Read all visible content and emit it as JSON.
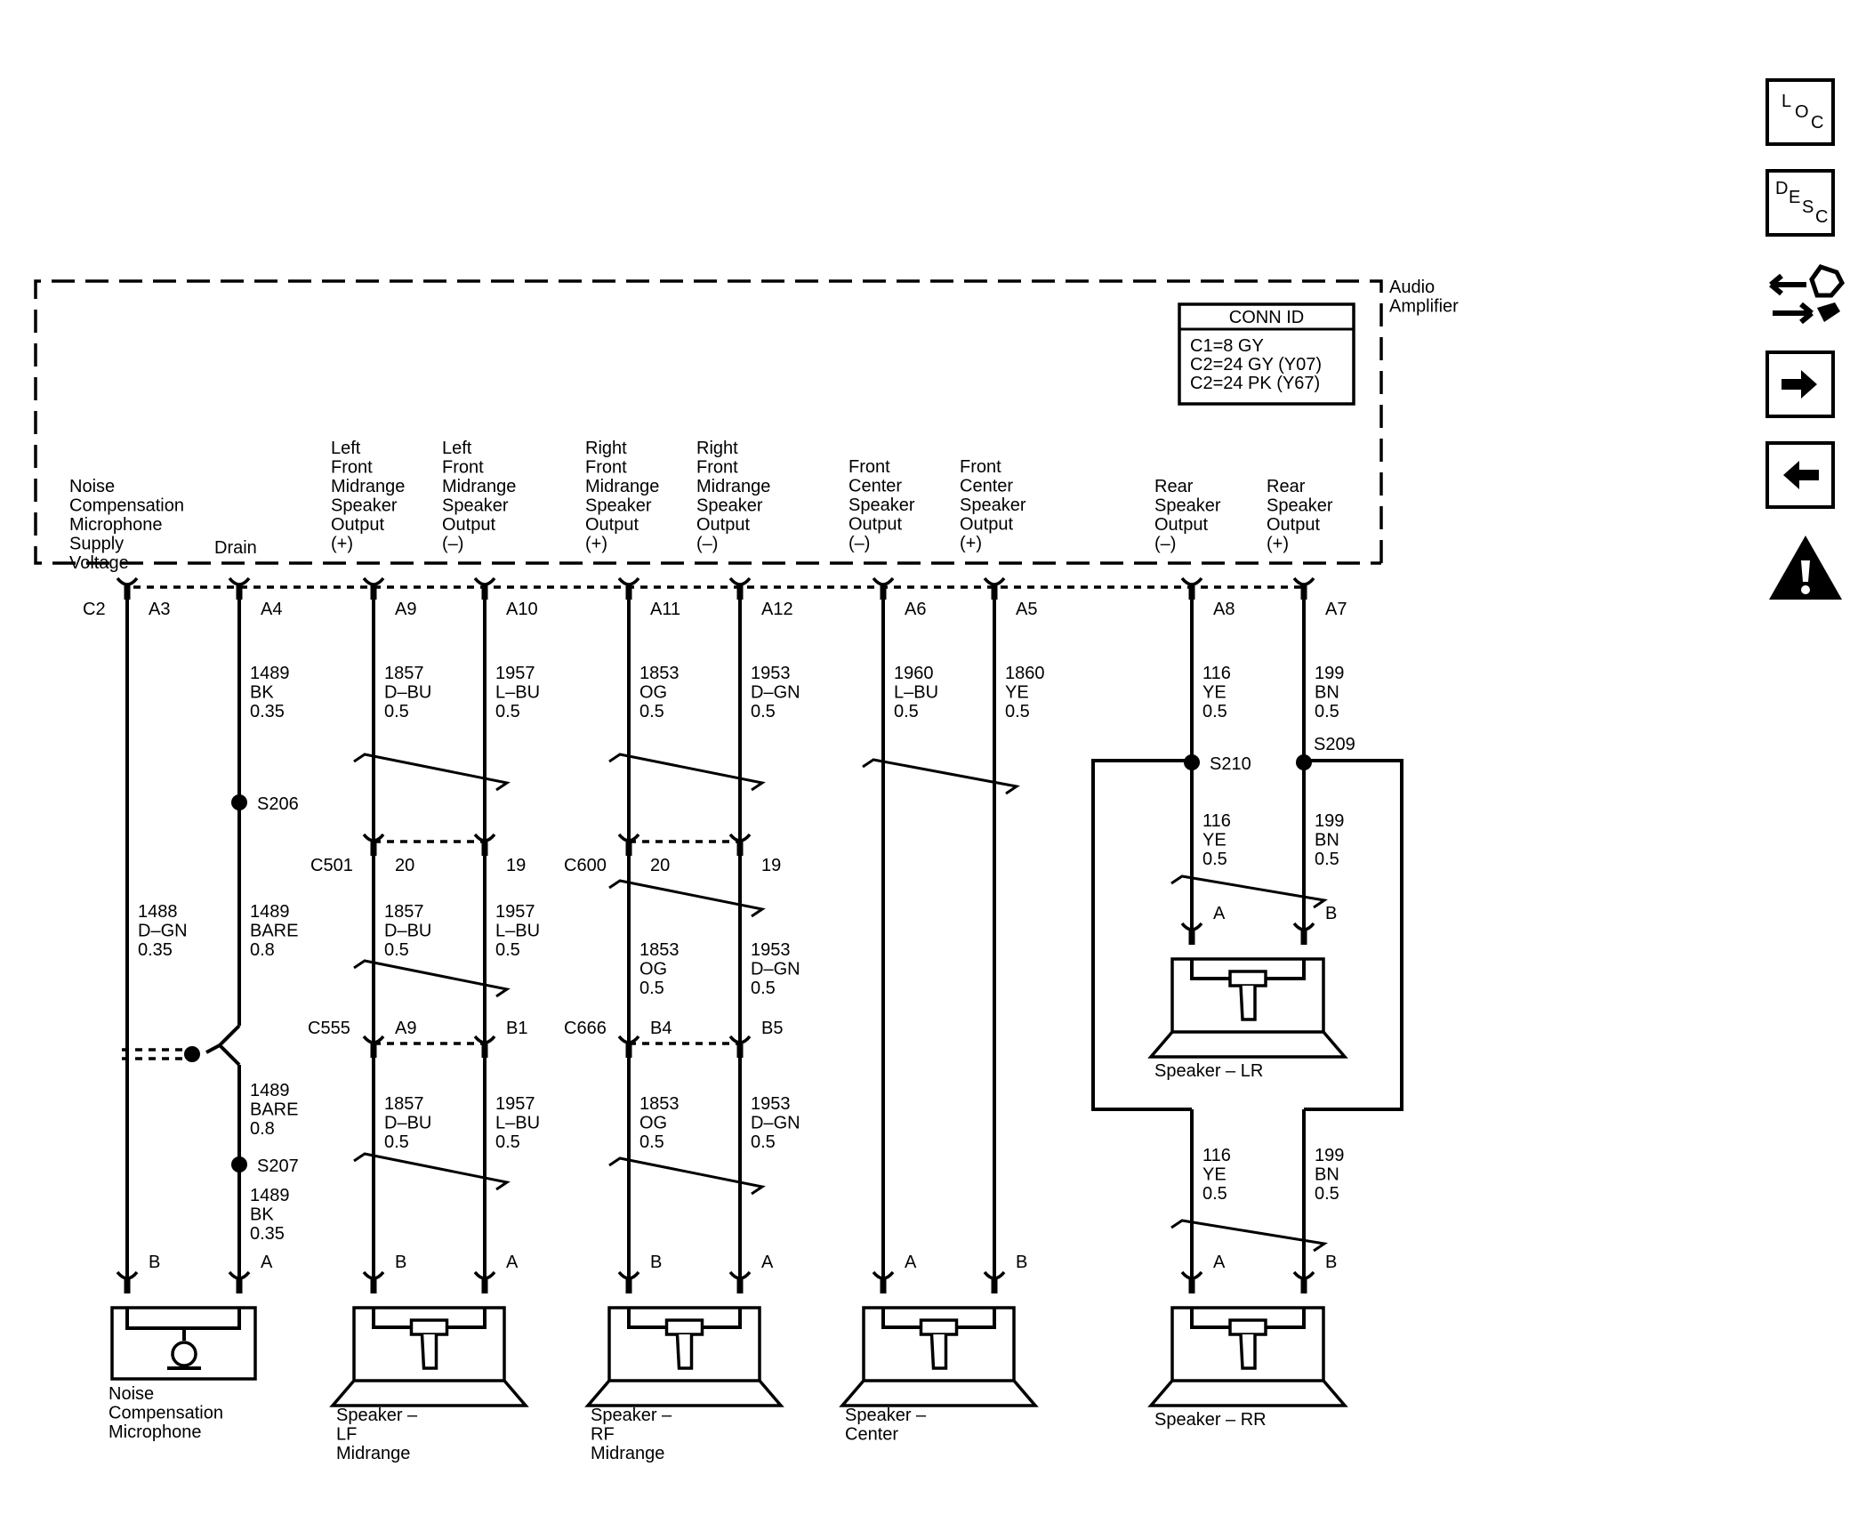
{
  "module": {
    "name": "Audio Amplifier"
  },
  "conn_id": {
    "title": "CONN ID",
    "lines": [
      "C1=8 GY",
      "C2=24 GY (Y07)",
      "C2=24 PK (Y67)"
    ]
  },
  "amp_pin_labels": {
    "noise_supply": "Noise Compensation Microphone Supply Voltage",
    "drain": "Drain",
    "lf_pos": "Left Front Midrange Speaker Output (+)",
    "lf_neg": "Left Front Midrange Speaker Output (–)",
    "rf_pos": "Right Front Midrange Speaker Output (+)",
    "rf_neg": "Right Front Midrange Speaker Output (–)",
    "center_neg": "Front Center Speaker Output (–)",
    "center_pos": "Front Center Speaker Output (+)",
    "rear_neg": "Rear Speaker Output (–)",
    "rear_pos": "Rear Speaker Output (+)"
  },
  "amp_connector": "C2",
  "amp_pins": [
    "A3",
    "A4",
    "A9",
    "A10",
    "A11",
    "A12",
    "A6",
    "A5",
    "A8",
    "A7"
  ],
  "wires": {
    "w1": "1488 D–GN 0.35",
    "w2a": "1489 BK 0.35",
    "w2b": "1489 BARE 0.8",
    "w2c": "1489 BARE 0.8",
    "w2d": "1489 BK 0.35",
    "w3a": "1857 D–BU 0.5",
    "w3b": "1857 D–BU 0.5",
    "w3c": "1857 D–BU 0.5",
    "w4a": "1957 L–BU 0.5",
    "w4b": "1957 L–BU 0.5",
    "w4c": "1957 L–BU 0.5",
    "w5a": "1853 OG 0.5",
    "w5b": "1853 OG 0.5",
    "w5c": "1853 OG 0.5",
    "w6a": "1953 D–GN 0.5",
    "w6b": "1953 D–GN 0.5",
    "w6c": "1953 D–GN 0.5",
    "w7": "1960 L–BU 0.5",
    "w8": "1860 YE 0.5",
    "w9a": "116 YE 0.5",
    "w9b": "116 YE 0.5",
    "w9c": "116 YE 0.5",
    "w10a": "199 BN 0.5",
    "w10b": "199 BN 0.5",
    "w10c": "199 BN 0.5"
  },
  "splices": [
    "S206",
    "S207",
    "S210",
    "S209"
  ],
  "inline_connectors": {
    "c501": {
      "name": "C501",
      "pins": [
        "20",
        "19"
      ]
    },
    "c600": {
      "name": "C600",
      "pins": [
        "20",
        "19"
      ]
    },
    "c555": {
      "name": "C555",
      "pins": [
        "A9",
        "B1"
      ]
    },
    "c666": {
      "name": "C666",
      "pins": [
        "B4",
        "B5"
      ]
    }
  },
  "devices": {
    "mic": {
      "name": "Noise Compensation Microphone",
      "pins": [
        "B",
        "A"
      ]
    },
    "lf": {
      "name": "Speaker – LF Midrange",
      "pins": [
        "B",
        "A"
      ]
    },
    "rf": {
      "name": "Speaker – RF Midrange",
      "pins": [
        "B",
        "A"
      ]
    },
    "center": {
      "name": "Speaker – Center",
      "pins": [
        "A",
        "B"
      ]
    },
    "lr": {
      "name": "Speaker – LR",
      "pins": [
        "A",
        "B"
      ]
    },
    "rr": {
      "name": "Speaker – RR",
      "pins": [
        "A",
        "B"
      ]
    }
  },
  "sidebar": {
    "loc": [
      "L",
      "O",
      "C"
    ],
    "desc": [
      "D",
      "E",
      "S",
      "C"
    ],
    "icons": [
      "connector-diagram-icon",
      "next-arrow-icon",
      "previous-arrow-icon",
      "warning-icon"
    ]
  }
}
